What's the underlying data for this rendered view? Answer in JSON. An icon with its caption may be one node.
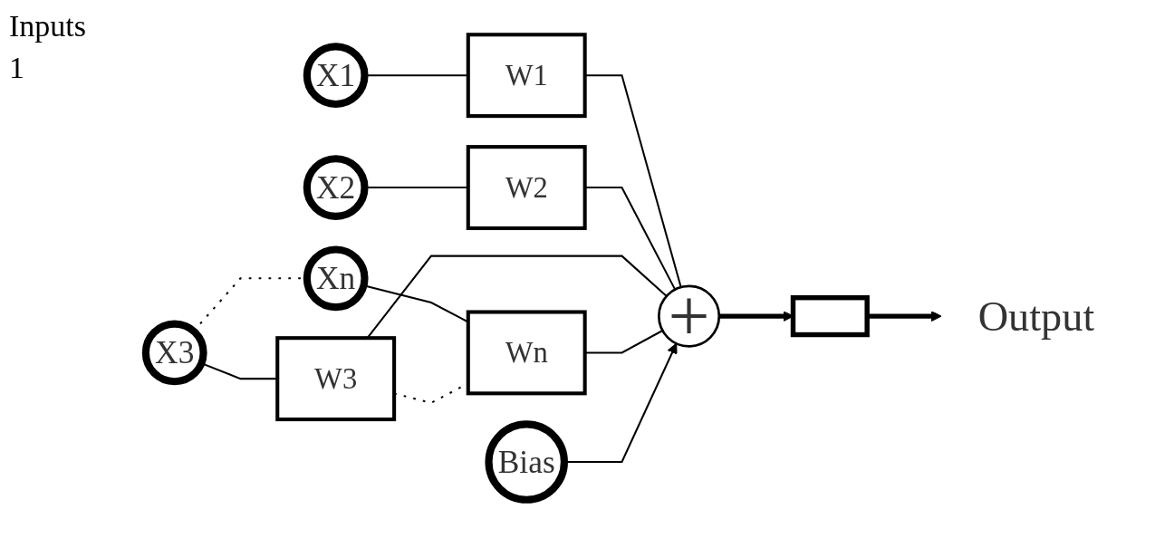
{
  "diagram": {
    "nodes": [
      {
        "text": [
          "X1"
        ]
      },
      {
        "text": [
          "X2"
        ]
      },
      {
        "text": [
          "X3"
        ]
      },
      {
        "text": [
          "Xn"
        ]
      },
      {
        "text": [
          "W1"
        ]
      },
      {
        "text": [
          "W2"
        ]
      },
      {
        "text": [
          "W3"
        ]
      },
      {
        "text": [
          "Wn"
        ]
      },
      {
        "text": [
          "Bias"
        ]
      },
      {
        "text": [
          "+"
        ]
      },
      {
        "text": [],
        "shape": "box"
      },
      {
        "text": [
          "Output"
        ]
      }
    ],
    "edges": [
      {
        "from": 0,
        "to": 4,
        "arrow": "none"
      },
      {
        "from": 1,
        "to": 5,
        "arrow": "none"
      },
      {
        "from": 2,
        "to": 6,
        "arrow": "none"
      },
      {
        "from": 3,
        "to": 7,
        "arrow": "none"
      },
      {
        "from": 2,
        "to": 3,
        "arrow": "none",
        "style": "dashed"
      },
      {
        "from": 6,
        "to": 7,
        "arrow": "none",
        "style": "dashed"
      },
      {
        "from": 4,
        "to": 9,
        "arrow": "none"
      },
      {
        "from": 5,
        "to": 9,
        "arrow": "none"
      },
      {
        "from": 6,
        "to": 9,
        "arrow": "none"
      },
      {
        "from": 7,
        "to": 9,
        "arrow": "none"
      },
      {
        "from": 8,
        "to": 9,
        "arrow": "to"
      },
      {
        "from": 9,
        "to": 10,
        "arrow": "to",
        "style": "thick"
      },
      {
        "from": 10,
        "to": 11,
        "arrow": "to",
        "style": "thick"
      }
    ],
    "labels": [
      "Inputs",
      "1"
    ]
  }
}
